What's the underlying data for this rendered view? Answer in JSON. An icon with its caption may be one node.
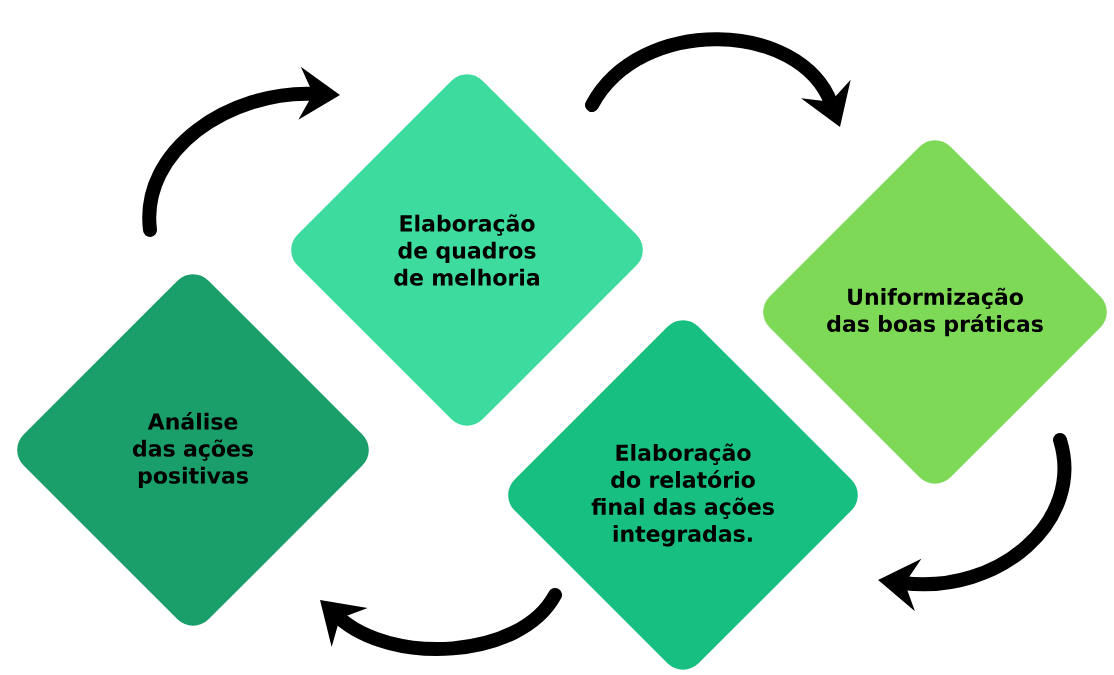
{
  "diagram": {
    "nodes": [
      {
        "text": [
          "Elaboração de quadros de melhoria"
        ]
      },
      {
        "text": [
          "Uniformização das boas práticas"
        ]
      },
      {
        "text": [
          "Elaboração do relatório final das ações integradas."
        ]
      },
      {
        "text": [
          "Análise das ações positivas"
        ]
      }
    ],
    "edges": [
      {
        "from": 0,
        "to": 1,
        "arrow": "to"
      },
      {
        "from": 1,
        "to": 2,
        "arrow": "to"
      },
      {
        "from": 2,
        "to": 3,
        "arrow": "to"
      },
      {
        "from": 3,
        "to": 0,
        "arrow": "to"
      }
    ]
  }
}
